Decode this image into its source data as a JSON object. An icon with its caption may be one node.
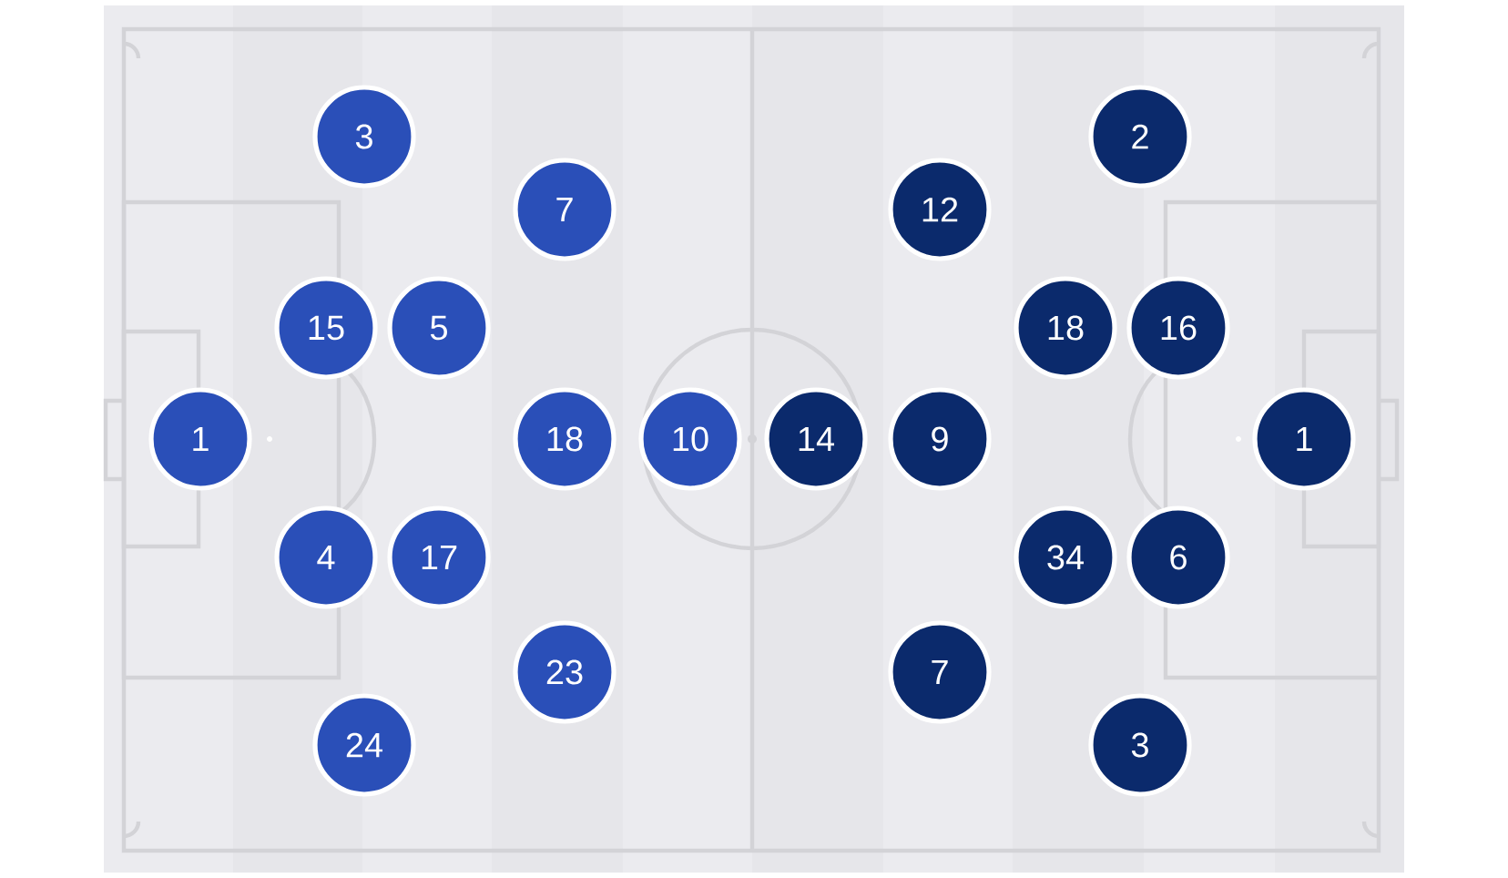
{
  "diagram": {
    "nodes": [
      {
        "text": [
          "1"
        ]
      },
      {
        "text": [
          "15"
        ]
      },
      {
        "text": [
          "4"
        ]
      },
      {
        "text": [
          "3"
        ]
      },
      {
        "text": [
          "24"
        ]
      },
      {
        "text": [
          "5"
        ]
      },
      {
        "text": [
          "17"
        ]
      },
      {
        "text": [
          "7"
        ]
      },
      {
        "text": [
          "18"
        ]
      },
      {
        "text": [
          "23"
        ]
      },
      {
        "text": [
          "10"
        ]
      },
      {
        "text": [
          "14"
        ]
      },
      {
        "text": [
          "12"
        ]
      },
      {
        "text": [
          "9"
        ]
      },
      {
        "text": [
          "7"
        ]
      },
      {
        "text": [
          "18"
        ]
      },
      {
        "text": [
          "34"
        ]
      },
      {
        "text": [
          "2"
        ]
      },
      {
        "text": [
          "3"
        ]
      },
      {
        "text": [
          "16"
        ]
      },
      {
        "text": [
          "6"
        ]
      },
      {
        "text": [
          "1"
        ]
      }
    ]
  }
}
